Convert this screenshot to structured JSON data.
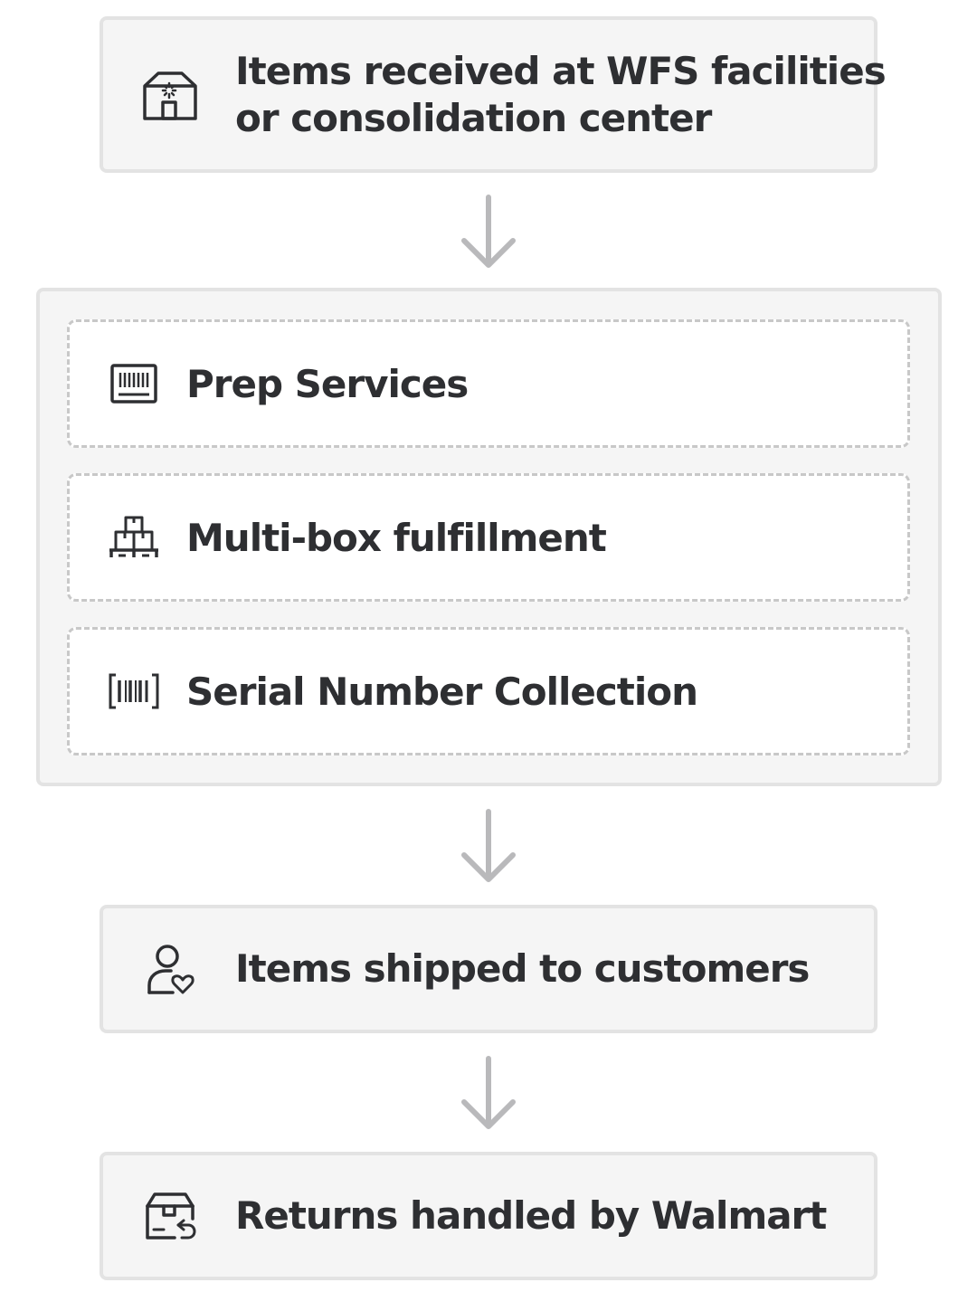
{
  "steps": [
    {
      "icon": "warehouse-icon",
      "text": "Items received at WFS facilities\nor consolidation center"
    },
    {
      "icon": "user-heart-icon",
      "text": "Items shipped to customers"
    },
    {
      "icon": "box-return-icon",
      "text": "Returns handled by Walmart"
    }
  ],
  "services": [
    {
      "icon": "barcode-label-icon",
      "text": "Prep Services"
    },
    {
      "icon": "stacked-boxes-icon",
      "text": "Multi-box fulfillment"
    },
    {
      "icon": "barcode-scan-icon",
      "text": "Serial Number Collection"
    }
  ],
  "colors": {
    "box_fill": "#f5f5f5",
    "box_border": "#e3e3e3",
    "dashed_border": "#c8c8c8",
    "arrow": "#b9b9bb",
    "text": "#2e2f32"
  }
}
